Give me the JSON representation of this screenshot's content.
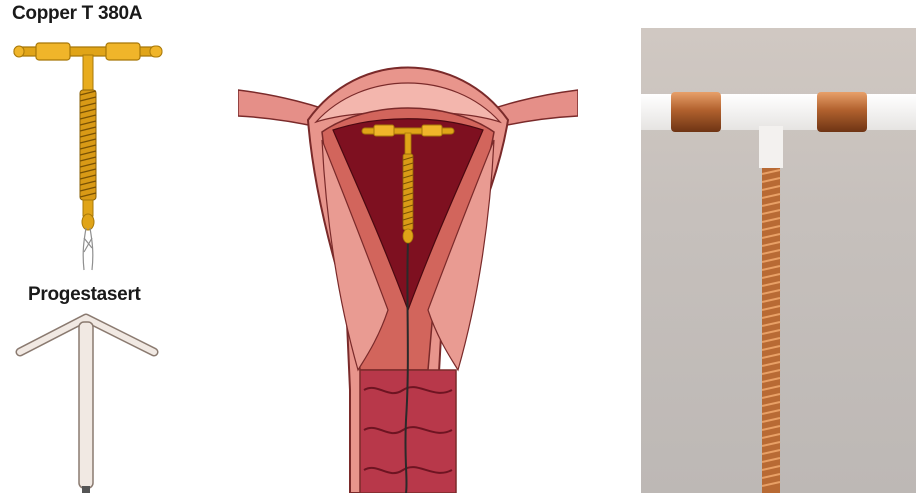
{
  "labels": {
    "copper_t": "Copper T 380A",
    "progestasert": "Progestasert"
  },
  "colors": {
    "copper_gold": "#e0a418",
    "copper_gold_dark": "#a87808",
    "progestasert_fill": "#f1e9e3",
    "uterus_outer": "#e8958c",
    "uterus_cavity": "#7e1020",
    "photo_background": "#c7c1bd",
    "copper_sleeve": "#b56a3a"
  },
  "icons": {
    "copper_device": "copper-t-iud-icon",
    "progestasert_device": "progestasert-iud-icon",
    "uterus": "uterus-cross-section",
    "photo": "copper-iud-photo"
  }
}
